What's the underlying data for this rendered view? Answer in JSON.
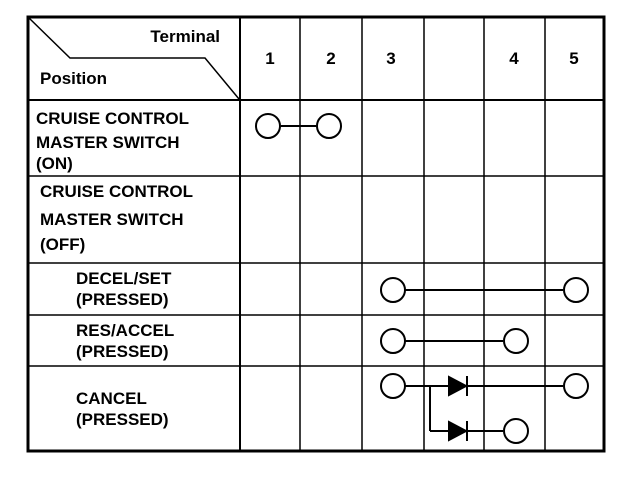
{
  "header": {
    "terminal_label": "Terminal",
    "position_label": "Position",
    "terminals": [
      "1",
      "2",
      "3",
      "",
      "4",
      "5"
    ]
  },
  "rows": [
    {
      "lines": [
        "CRUISE CONTROL",
        "MASTER SWITCH",
        "(ON)"
      ]
    },
    {
      "lines": [
        "CRUISE CONTROL",
        "MASTER SWITCH",
        "(OFF)"
      ]
    },
    {
      "lines": [
        "DECEL/SET",
        "(PRESSED)"
      ]
    },
    {
      "lines": [
        "RES/ACCEL",
        "(PRESSED)"
      ]
    },
    {
      "lines": [
        "CANCEL",
        "(PRESSED)"
      ]
    }
  ],
  "connections": [
    {
      "row": 0,
      "from": "1",
      "to": "2"
    },
    {
      "row": 1
    },
    {
      "row": 2,
      "from": "3",
      "to": "5"
    },
    {
      "row": 3,
      "from": "3",
      "to": "4"
    },
    {
      "row": 4,
      "from": "3",
      "to": "5",
      "via": "diode"
    },
    {
      "row": 4,
      "from": "3",
      "to": "4",
      "via": "diode"
    }
  ],
  "colors": {
    "line": "#000000",
    "background": "#ffffff"
  }
}
